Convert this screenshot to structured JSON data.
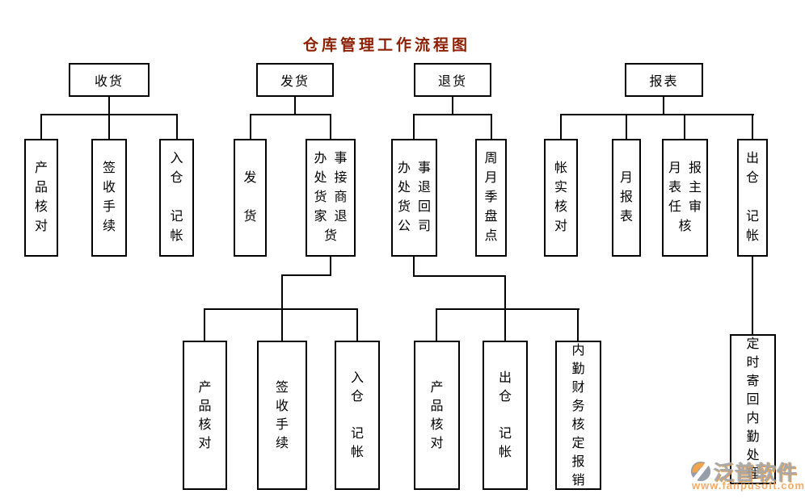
{
  "title": "仓库管理工作流程图",
  "colors": {
    "title_text": "#8b1f00",
    "node_border": "#000000",
    "connector_line": "#000000",
    "watermark_grey": "#a2a2a2",
    "watermark_orange": "#f0a45c"
  },
  "branches": [
    {
      "label": "收货",
      "children": [
        {
          "text": "产\n品\n核\n对"
        },
        {
          "text": "签\n收\n手\n续"
        },
        {
          "text": "入\n仓\n\n记\n帐"
        }
      ]
    },
    {
      "label": "发货",
      "children": [
        {
          "text": "发\n\n货"
        },
        {
          "text": "办事\n处接\n货商\n家退\n货",
          "children": [
            {
              "text": "产\n品\n核\n对"
            },
            {
              "text": "签\n收\n手\n续"
            },
            {
              "text": "入\n仓\n\n记\n帐"
            }
          ]
        }
      ]
    },
    {
      "label": "退货",
      "children": [
        {
          "text": "办事\n处退\n货回\n公司",
          "children": [
            {
              "text": "产\n品\n核\n对"
            },
            {
              "text": "出\n仓\n\n记\n帐"
            },
            {
              "text": "内\n勤\n财\n务\n核\n定\n报\n销"
            }
          ]
        },
        {
          "text": "周\n月\n季\n盘\n点"
        }
      ]
    },
    {
      "label": "报表",
      "children": [
        {
          "text": "帐\n实\n核\n对"
        },
        {
          "text": "月\n报\n表"
        },
        {
          "text": "月报\n表主\n任审\n核"
        },
        {
          "text": "出\n仓\n\n记\n帐",
          "children": [
            {
              "text": "定\n时\n寄\n回\n内\n勤\n处\n理"
            }
          ]
        }
      ]
    }
  ],
  "watermark": {
    "brand": "泛普软件",
    "url": "www.fanpusoft.com"
  }
}
